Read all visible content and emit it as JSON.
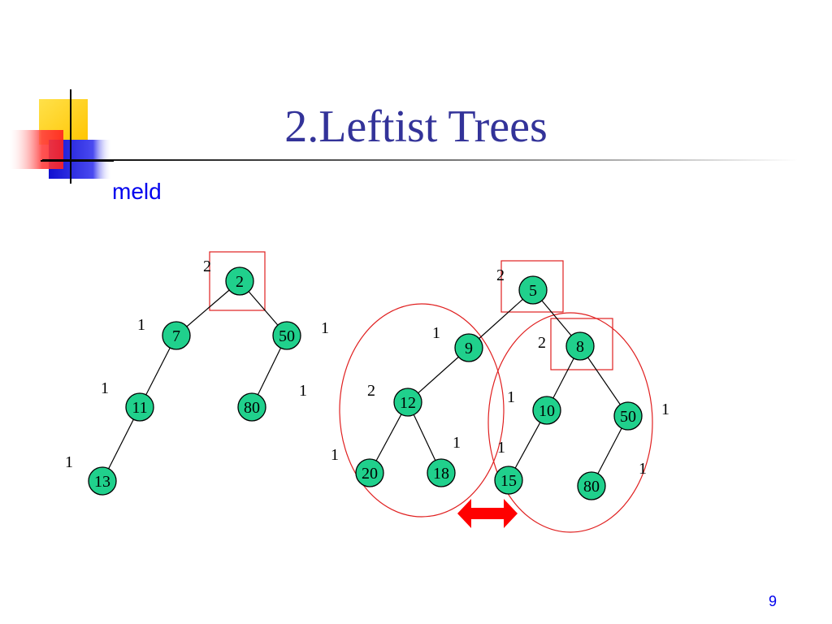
{
  "slide": {
    "title": "2.Leftist Trees",
    "subtitle": "meld",
    "page_number": "9"
  },
  "colors": {
    "title": "#333399",
    "node_fill": "#20d08c",
    "node_stroke": "#000000",
    "edge": "#000000",
    "highlight": "#e02020",
    "arrow": "#ff0000",
    "deco_yellow": "#ffd000",
    "deco_red": "#ff3030",
    "deco_blue": "#2020e0"
  },
  "left_tree": {
    "nodes": [
      {
        "id": "n2",
        "label": "2",
        "s": "2"
      },
      {
        "id": "n7",
        "label": "7",
        "s": "1"
      },
      {
        "id": "n50",
        "label": "50",
        "s": "1"
      },
      {
        "id": "n11",
        "label": "11",
        "s": "1"
      },
      {
        "id": "n80",
        "label": "80",
        "s": "1"
      },
      {
        "id": "n13",
        "label": "13",
        "s": "1"
      }
    ],
    "edges": [
      [
        "n2",
        "n7"
      ],
      [
        "n2",
        "n50"
      ],
      [
        "n7",
        "n11"
      ],
      [
        "n50",
        "n80"
      ],
      [
        "n11",
        "n13"
      ]
    ]
  },
  "right_tree": {
    "nodes": [
      {
        "id": "r5",
        "label": "5",
        "s": "2"
      },
      {
        "id": "r9",
        "label": "9",
        "s": "1"
      },
      {
        "id": "r8",
        "label": "8",
        "s": "2"
      },
      {
        "id": "r12",
        "label": "12",
        "s": "2"
      },
      {
        "id": "r10",
        "label": "10",
        "s": "1"
      },
      {
        "id": "r50",
        "label": "50",
        "s": "1"
      },
      {
        "id": "r20",
        "label": "20",
        "s": "1"
      },
      {
        "id": "r18",
        "label": "18",
        "s": "1"
      },
      {
        "id": "r15",
        "label": "15",
        "s": "1"
      },
      {
        "id": "r80",
        "label": "80",
        "s": "1"
      }
    ],
    "edges": [
      [
        "r5",
        "r9"
      ],
      [
        "r5",
        "r8"
      ],
      [
        "r9",
        "r12"
      ],
      [
        "r8",
        "r10"
      ],
      [
        "r8",
        "r50"
      ],
      [
        "r12",
        "r20"
      ],
      [
        "r12",
        "r18"
      ],
      [
        "r10",
        "r15"
      ],
      [
        "r50",
        "r80"
      ]
    ]
  }
}
